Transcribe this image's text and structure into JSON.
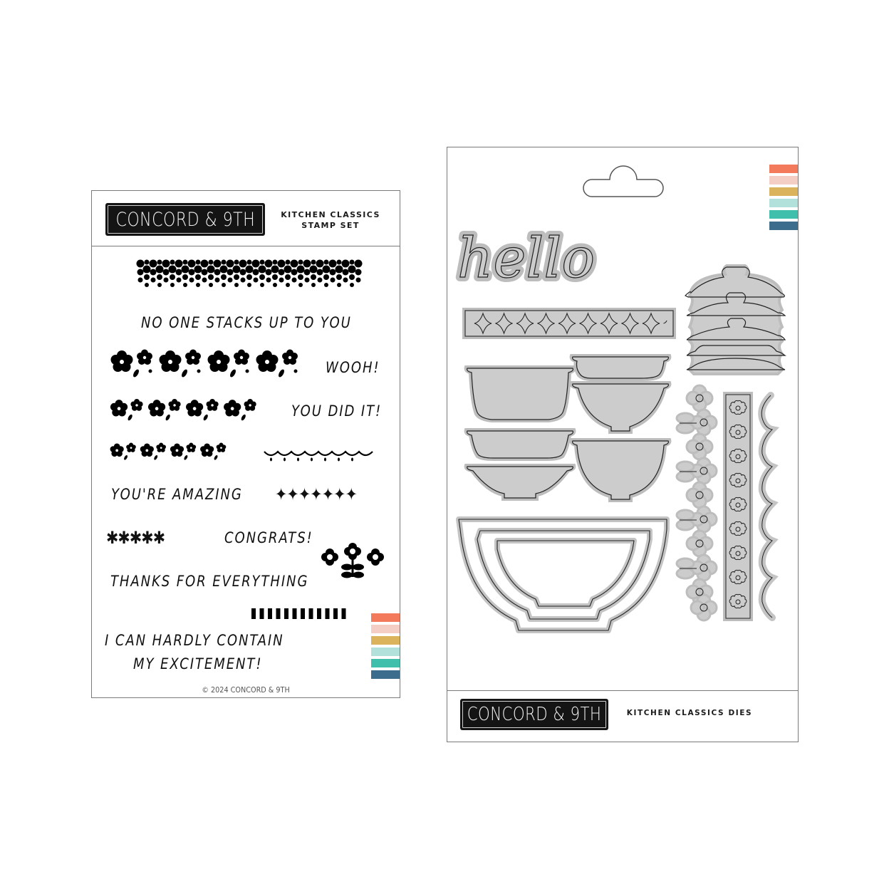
{
  "stamp_set": {
    "brand": "CONCORD & 9TH",
    "title_line1": "KITCHEN CLASSICS",
    "title_line2": "STAMP SET",
    "phrases": {
      "stacks": "NO ONE STACKS UP TO YOU",
      "wooh": "WOOH!",
      "did_it": "YOU DID IT!",
      "amazing": "YOU'RE AMAZING",
      "congrats": "CONGRATS!",
      "thanks": "THANKS FOR EVERYTHING",
      "contain_1": "I CAN HARDLY CONTAIN",
      "contain_2": "MY EXCITEMENT!"
    },
    "decor": {
      "asterisks": "✱✱✱✱✱",
      "diamonds": "✦✦✦✦✦✦✦"
    },
    "copyright": "© 2024 CONCORD & 9TH"
  },
  "dies_set": {
    "brand": "CONCORD & 9TH",
    "title": "KITCHEN CLASSICS DIES",
    "die_word": "hello"
  },
  "palette": [
    "#f47a5c",
    "#f4cdc4",
    "#dab35c",
    "#b2e0db",
    "#3fbfac",
    "#3d6d8c"
  ]
}
